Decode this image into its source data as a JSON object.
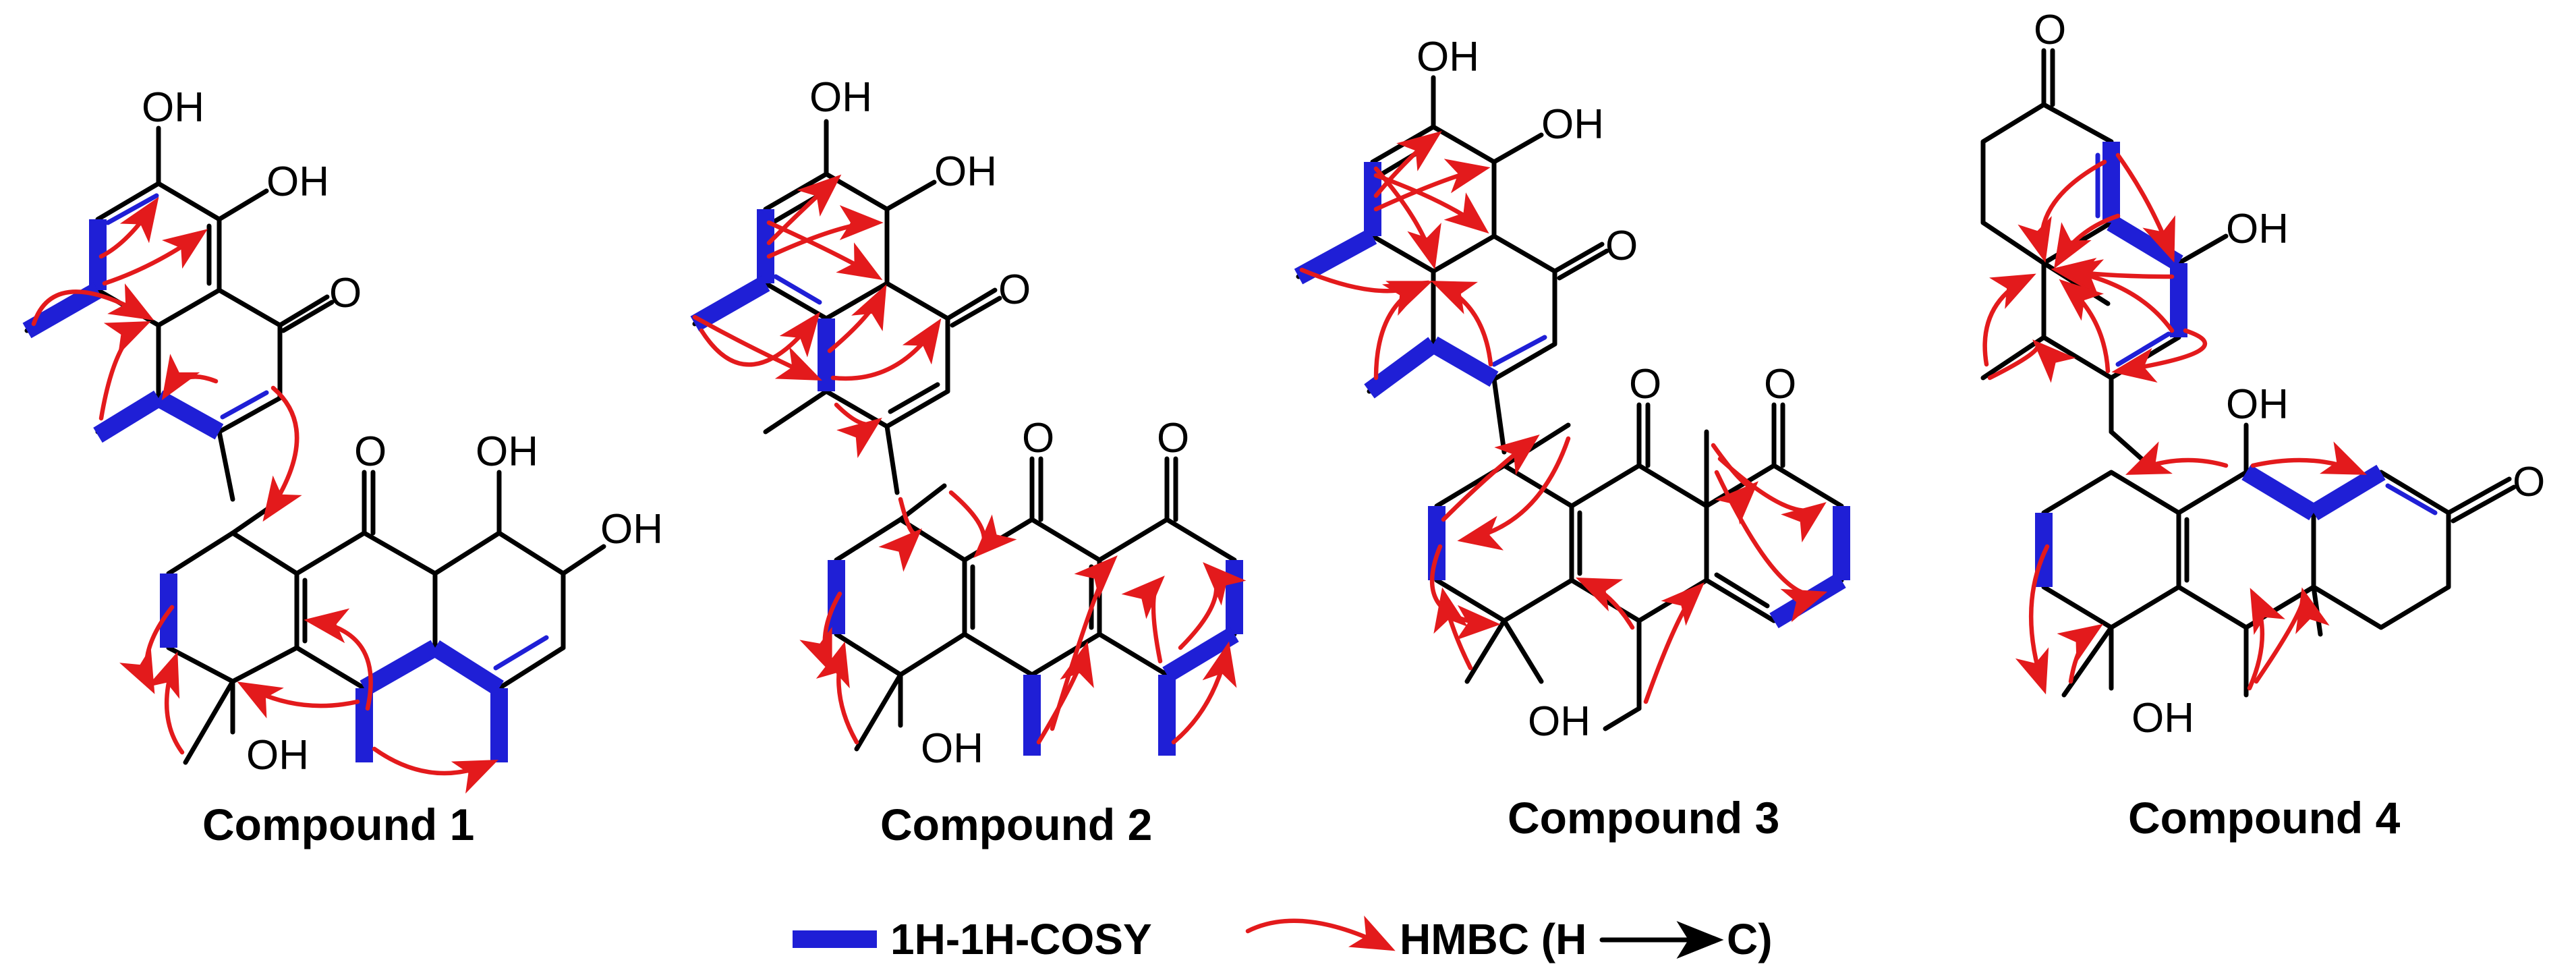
{
  "figure": {
    "compounds": [
      {
        "caption": "Compound 1",
        "atom_labels": [
          "OH",
          "OH",
          "O",
          "O",
          "OH",
          "OH",
          "OH"
        ]
      },
      {
        "caption": "Compound 2",
        "atom_labels": [
          "OH",
          "OH",
          "O",
          "O",
          "O",
          "OH"
        ]
      },
      {
        "caption": "Compound 3",
        "atom_labels": [
          "OH",
          "OH",
          "O",
          "O",
          "O",
          "OH"
        ]
      },
      {
        "caption": "Compound 4",
        "atom_labels": [
          "O",
          "OH",
          "OH",
          "O",
          "OH"
        ]
      }
    ],
    "legend": {
      "cosy_label": "1H-1H-COSY",
      "hmbc_label": "HMBC (H",
      "hmbc_target": "C)"
    },
    "colors": {
      "cosy": "#1f1fd6",
      "hmbc": "#e31a1c",
      "bond": "#000000"
    }
  }
}
